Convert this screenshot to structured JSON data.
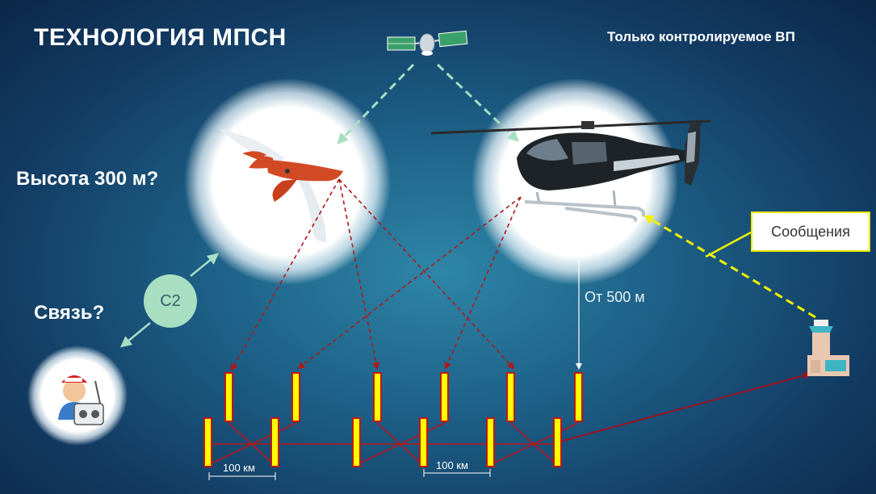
{
  "title": "ТЕХНОЛОГИЯ МПСН",
  "subtitle": "Только контролируемое ВП",
  "labels": {
    "altitude_question": "Высота 300 м?",
    "link_question": "Связь?",
    "c2": "C2",
    "messages": "Сообщения",
    "helicopter_altitude": "От 500 м",
    "spacing_1": "100 км",
    "spacing_2": "100 км"
  },
  "colors": {
    "background": "#1d5f86",
    "signal_dashed": "#b01818",
    "satellite_link": "#a8dfc3",
    "message_link": "#f2f200",
    "station_fill": "#ffff00",
    "station_outline": "#c01818"
  },
  "icons": [
    "satellite-icon",
    "drone-icon",
    "helicopter-icon",
    "pilot-icon",
    "control-tower-icon"
  ]
}
